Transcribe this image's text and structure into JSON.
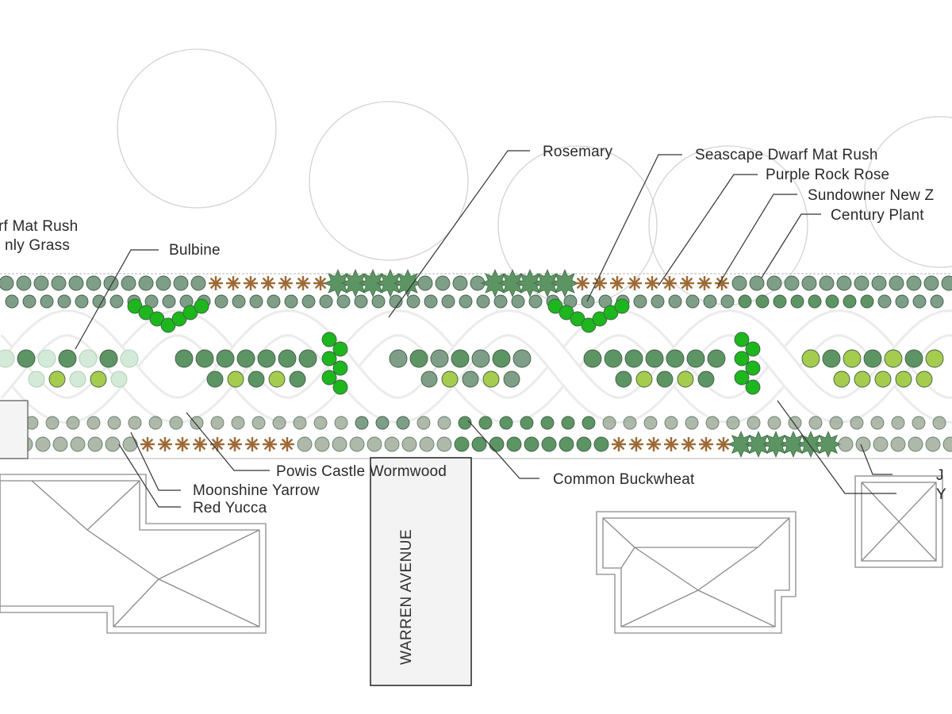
{
  "colors": {
    "tree": "#7e9e88",
    "dark": "#5d9463",
    "light": "#a6cc4e",
    "bright": "#1db61d",
    "brown": "#9d6a36",
    "pale": "#d4ead8",
    "gray": "#9aa896"
  },
  "street": "WARREN AVENUE",
  "labels": [
    {
      "id": "dwarf-mat-rush-left",
      "text": "rf Mat Rush"
    },
    {
      "id": "blue-grama-left",
      "text": "nly Grass"
    },
    {
      "id": "bulbine",
      "text": "Bulbine"
    },
    {
      "id": "rosemary",
      "text": "Rosemary"
    },
    {
      "id": "seascape-dwarf-mat-rush",
      "text": "Seascape Dwarf Mat Rush"
    },
    {
      "id": "purple-rock-rose",
      "text": "Purple Rock Rose"
    },
    {
      "id": "sundowner-new-zealand-flax",
      "text": "Sundowner New Z"
    },
    {
      "id": "century-plant",
      "text": "Century Plant"
    },
    {
      "id": "powis-castle-wormwood",
      "text": "Powis Castle Wormwood"
    },
    {
      "id": "moonshine-yarrow",
      "text": "Moonshine Yarrow"
    },
    {
      "id": "red-yucca",
      "text": "Red Yucca"
    },
    {
      "id": "common-buckwheat",
      "text": "Common Buckwheat"
    },
    {
      "id": "right-edge-1",
      "text": "J"
    },
    {
      "id": "right-edge-2",
      "text": "Y"
    }
  ]
}
